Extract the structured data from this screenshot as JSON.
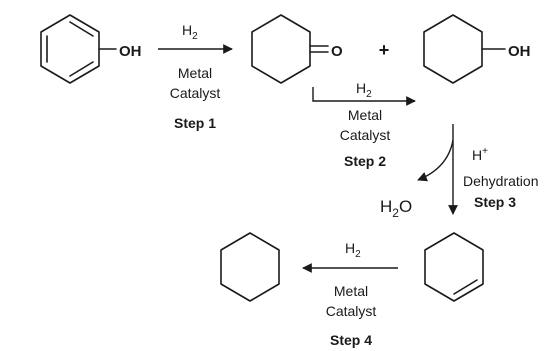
{
  "step1": {
    "reagent": "H",
    "reagent_sub": "2",
    "catalyst_line1": "Metal",
    "catalyst_line2": "Catalyst",
    "step": "Step 1"
  },
  "step2": {
    "reagent": "H",
    "reagent_sub": "2",
    "catalyst_line1": "Metal",
    "catalyst_line2": "Catalyst",
    "step": "Step 2"
  },
  "step3": {
    "reagent": "H",
    "reagent_sup": "+",
    "condition": "Dehydration",
    "step": "Step 3"
  },
  "step4": {
    "reagent": "H",
    "reagent_sub": "2",
    "catalyst_line1": "Metal",
    "catalyst_line2": "Catalyst",
    "step": "Step 4"
  },
  "molecules": {
    "phenol_oh": "OH",
    "cyclohexanone_o": "O",
    "plus": "+",
    "cyclohexanol_oh": "OH"
  },
  "byproduct": {
    "h": "H",
    "sub": "2",
    "o": "O"
  }
}
